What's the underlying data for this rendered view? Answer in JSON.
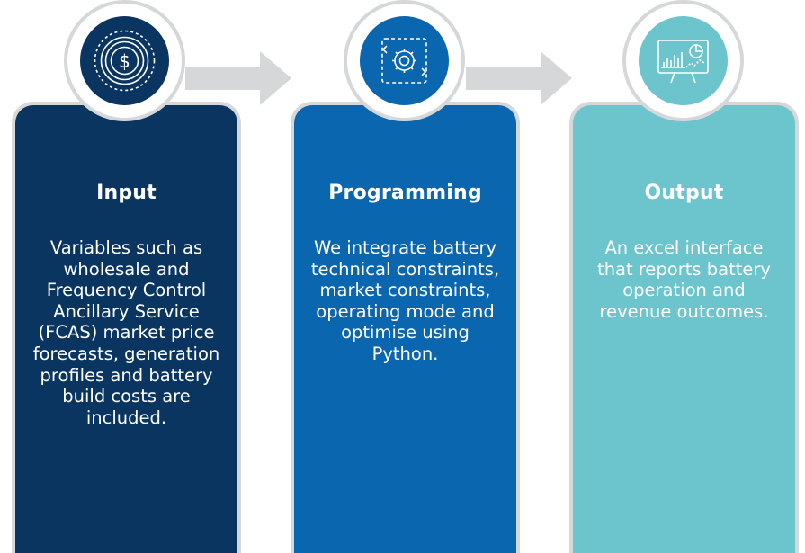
{
  "colors": {
    "input": "#0a3560",
    "programming": "#0a66af",
    "output": "#6cc5cc",
    "border": "#d6d7d9",
    "arrow": "#d6d7d9"
  },
  "steps": [
    {
      "title": "Input",
      "icon": "dollar-target-icon",
      "body": "Variables such as wholesale and Frequency Control Ancillary Service (FCAS) market price forecasts, generation profiles and battery build costs are included."
    },
    {
      "title": "Programming",
      "icon": "gear-cycle-icon",
      "body": "We integrate battery technical constraints, market constraints, operating mode and optimise using Python."
    },
    {
      "title": "Output",
      "icon": "presentation-chart-icon",
      "body": "An excel interface that reports battery operation and revenue outcomes."
    }
  ]
}
